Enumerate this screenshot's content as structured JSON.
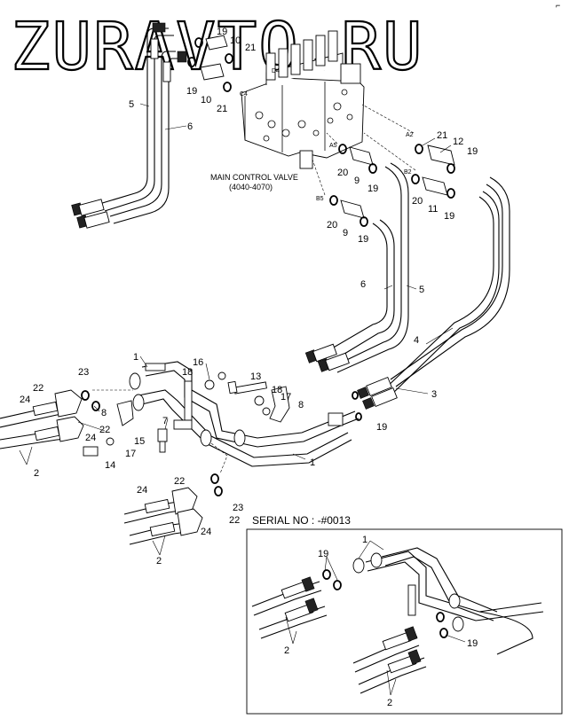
{
  "watermark": "ZURAVTO.RU",
  "corner_mark": "⌐",
  "valve_title": "MAIN CONTROL VALVE",
  "valve_range": "(4040-4070)",
  "serial_label": "SERIAL NO : -#0013",
  "ports": {
    "d4": "D4",
    "c4": "C4",
    "a2": "A2",
    "a5": "A5",
    "b2": "B2",
    "b5": "B5"
  },
  "callouts": {
    "c19a": "19",
    "c10a": "10",
    "c21a": "21",
    "c19b": "19",
    "c10b": "10",
    "c21b": "21",
    "c5a": "5",
    "c6a": "6",
    "c21c": "21",
    "c12": "12",
    "c19c": "19",
    "c20a": "20",
    "c9a": "9",
    "c19d": "19",
    "c20b": "20",
    "c11": "11",
    "c19e": "19",
    "c20c": "20",
    "c9b": "9",
    "c19f": "19",
    "c6b": "6",
    "c5b": "5",
    "c4": "4",
    "c3": "3",
    "c1a": "1",
    "c16": "16",
    "c18a": "18",
    "c13": "13",
    "c18b": "18",
    "c17a": "17",
    "c8a": "8",
    "c23a": "23",
    "c22a": "22",
    "c8b": "8",
    "c24a": "24",
    "c22b": "22",
    "c24b": "24",
    "c7": "7",
    "c15": "15",
    "c17b": "17",
    "c14": "14",
    "c2a": "2",
    "c19g": "19",
    "c1b": "1",
    "c22c": "22",
    "c24c": "24",
    "c23b": "23",
    "c22d": "22",
    "c24d": "24",
    "c2b": "2",
    "c1c": "1",
    "c19h": "19",
    "c2c": "2",
    "c19i": "19",
    "c2d": "2"
  }
}
